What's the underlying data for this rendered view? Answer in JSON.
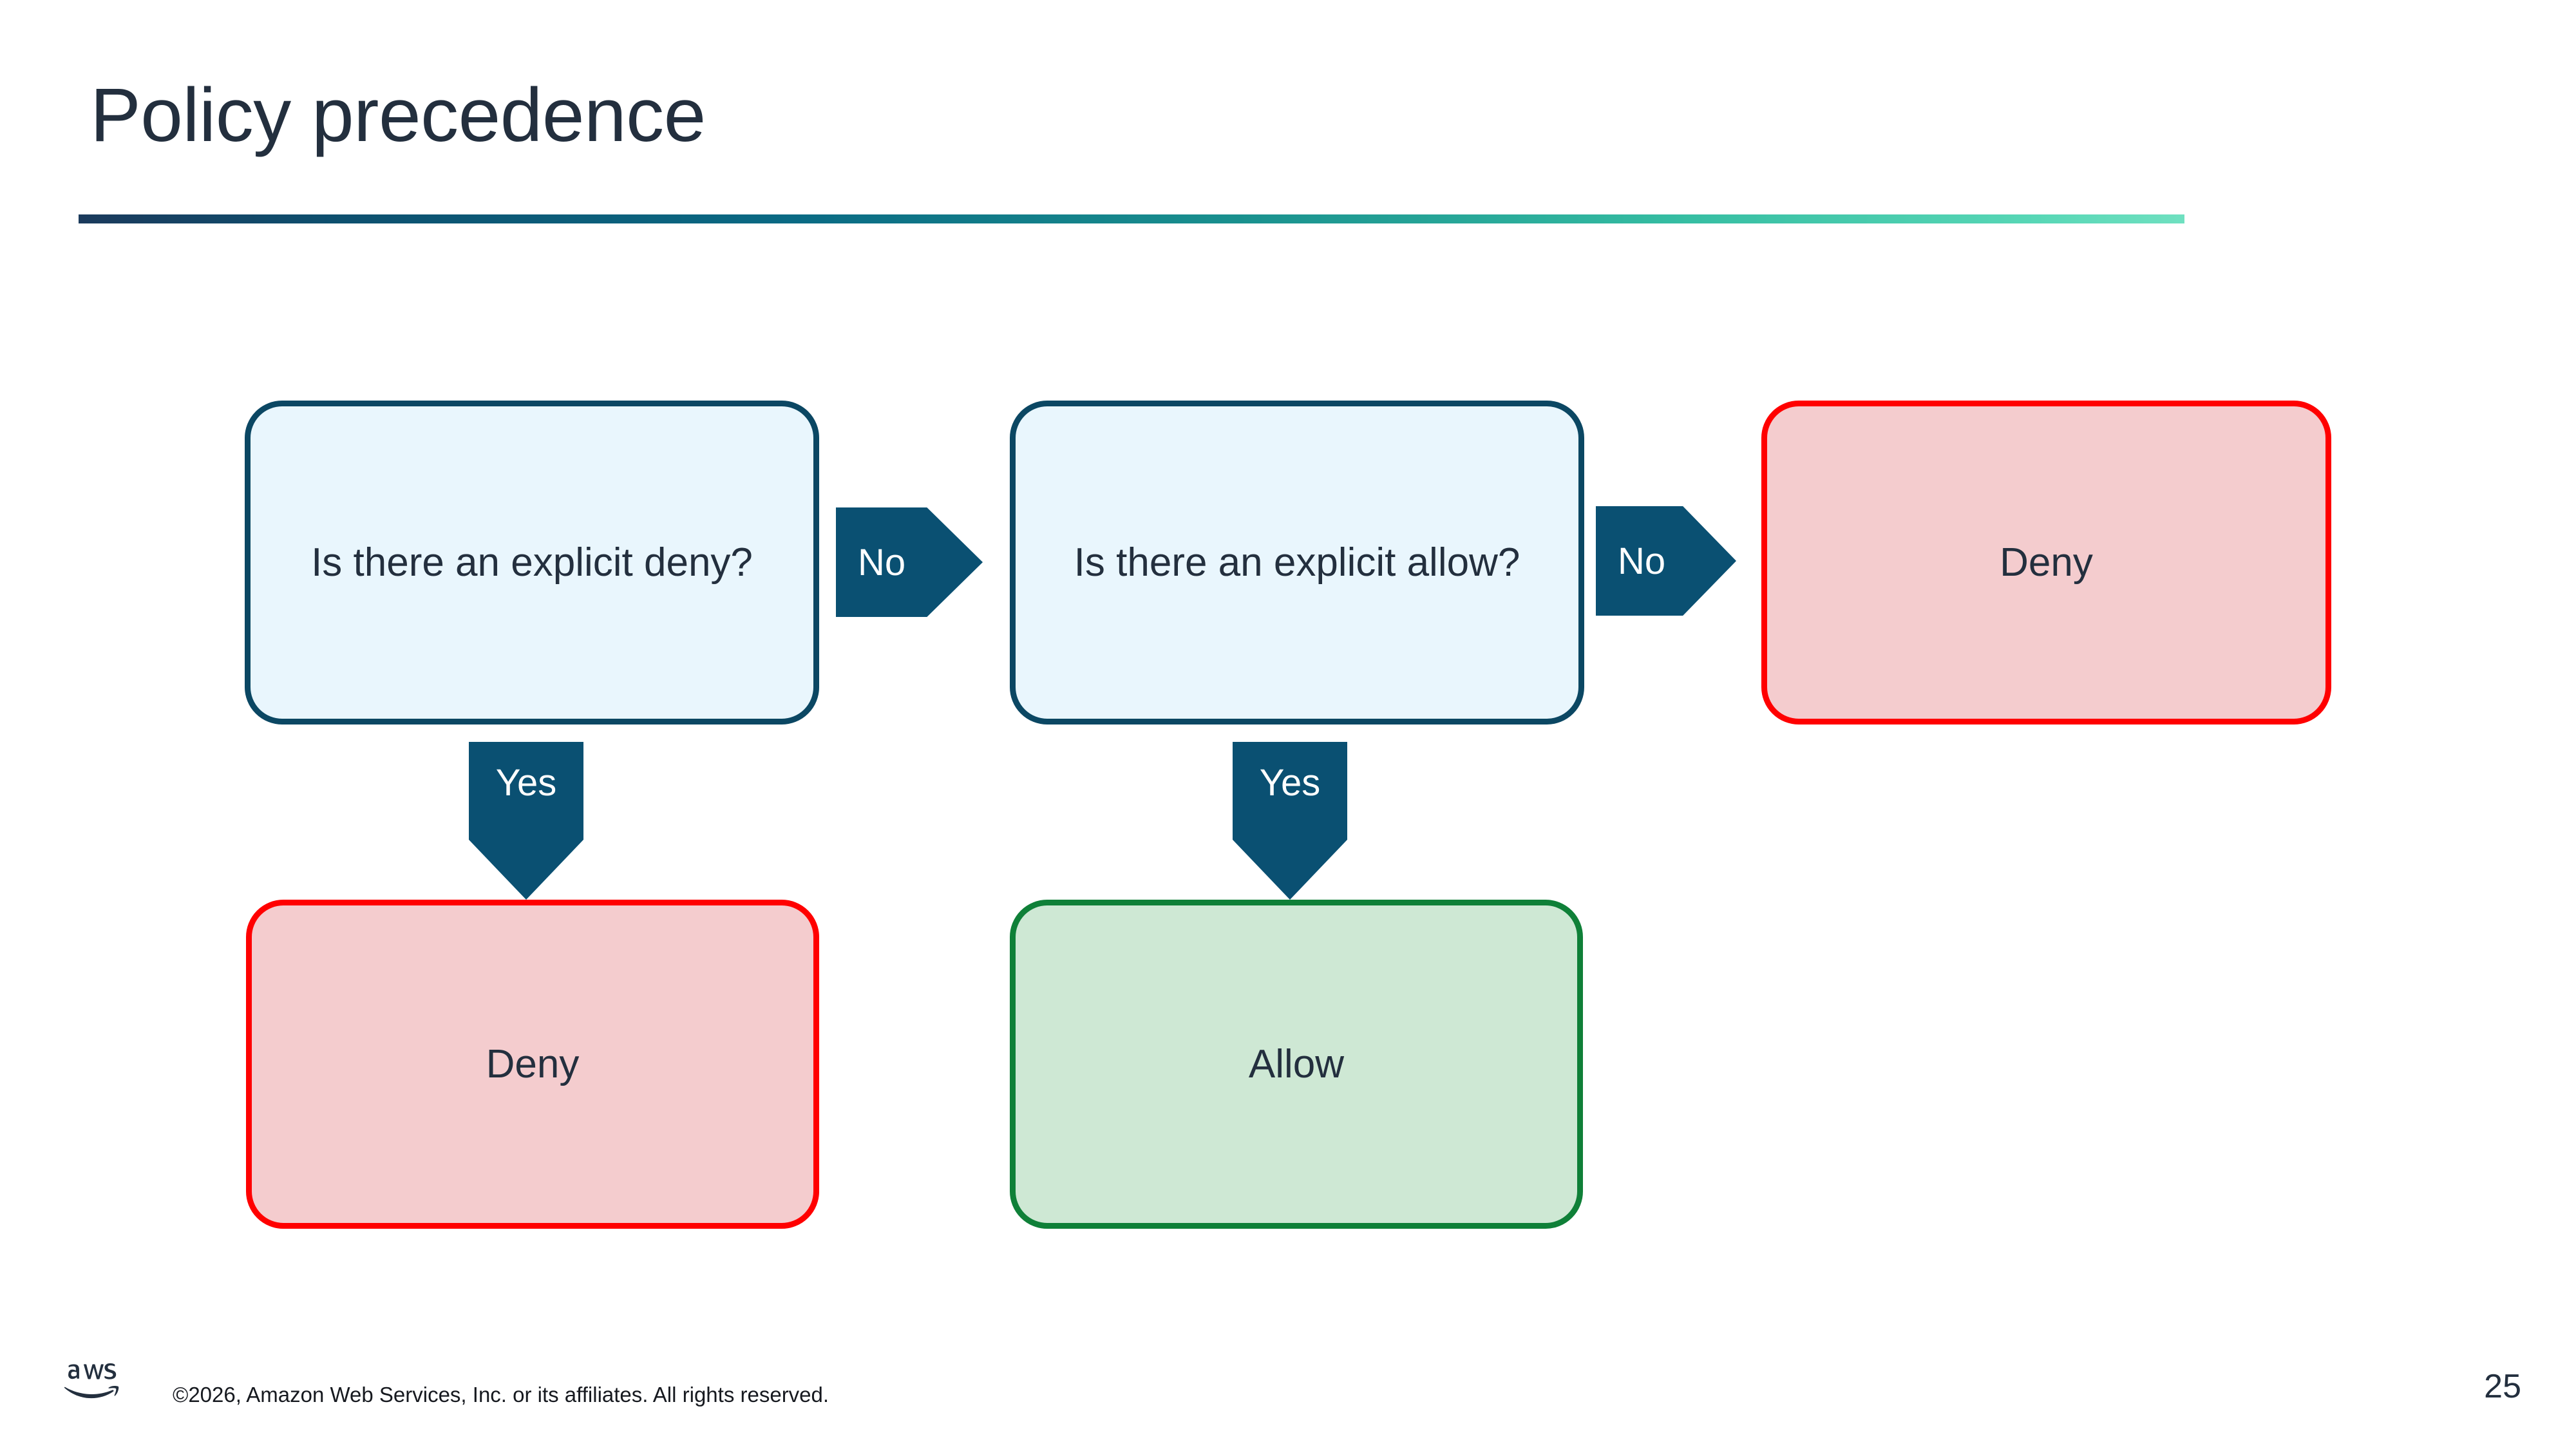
{
  "slide": {
    "title": "Policy precedence",
    "page_number": "25",
    "copyright": "©2026, Amazon Web Services, Inc. or its affiliates. All rights reserved.",
    "logo_name": "aws-logo"
  },
  "theme": {
    "title_color": "#232f3e",
    "rule_gradient_start": "#1b3a5c",
    "rule_gradient_mid": "#19908e",
    "rule_gradient_end": "#6fe0c0",
    "decision_fill": "#e9f6fd",
    "decision_border": "#0b4763",
    "deny_fill": "#f4ccce",
    "deny_border": "#ff0000",
    "allow_fill": "#cee8d4",
    "allow_border": "#0f8038",
    "arrow_fill": "#0a5072",
    "arrow_text": "#ffffff"
  },
  "flowchart": {
    "type": "decision-flow",
    "nodes": [
      {
        "id": "q1",
        "kind": "decision",
        "label": "Is there an explicit deny?"
      },
      {
        "id": "q2",
        "kind": "decision",
        "label": "Is there an explicit allow?"
      },
      {
        "id": "deny_right",
        "kind": "deny",
        "label": "Deny"
      },
      {
        "id": "deny_bottom",
        "kind": "deny",
        "label": "Deny"
      },
      {
        "id": "allow_bottom",
        "kind": "allow",
        "label": "Allow"
      }
    ],
    "edges": [
      {
        "id": "e1",
        "from": "q1",
        "to": "q2",
        "label": "No",
        "direction": "right"
      },
      {
        "id": "e2",
        "from": "q2",
        "to": "deny_right",
        "label": "No",
        "direction": "right"
      },
      {
        "id": "e3",
        "from": "q1",
        "to": "deny_bottom",
        "label": "Yes",
        "direction": "down"
      },
      {
        "id": "e4",
        "from": "q2",
        "to": "allow_bottom",
        "label": "Yes",
        "direction": "down"
      }
    ]
  }
}
